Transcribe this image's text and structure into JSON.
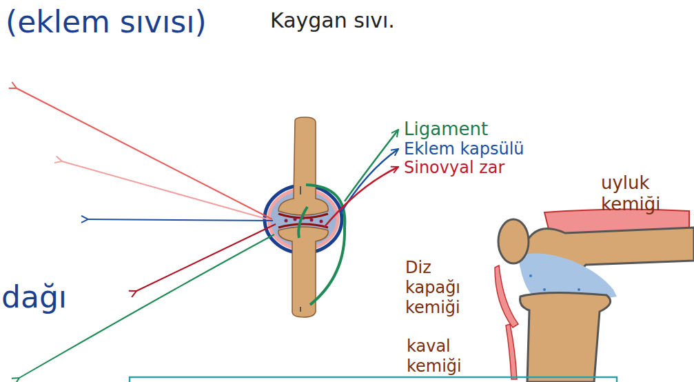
{
  "diagram": {
    "labels": [
      "(eklem sıvısı)",
      "Kaygan sıvı.",
      "Ligament",
      "Eklem kapsülü",
      "Sinovyal zar",
      "uyluk kemiği",
      "dağı",
      "Diz kapağı kemiği",
      "kaval kemiği"
    ]
  }
}
